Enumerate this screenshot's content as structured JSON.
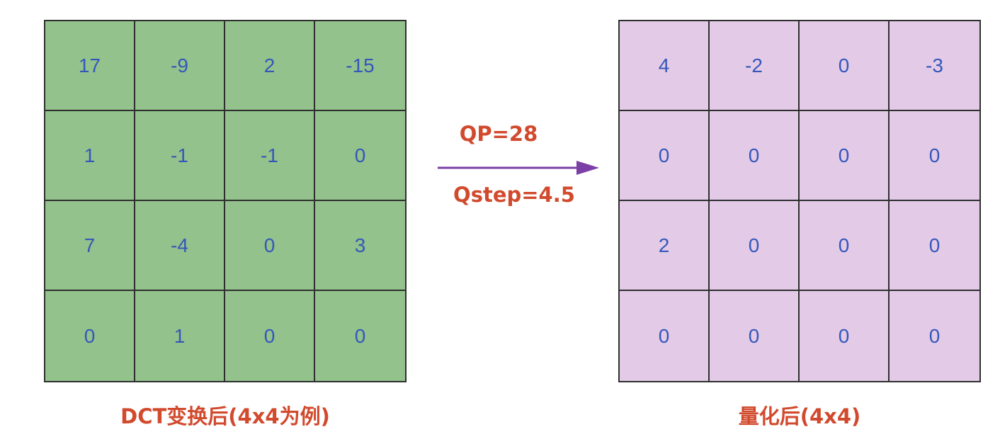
{
  "left_matrix": {
    "caption": "DCT变换后(4x4为例)",
    "color": "#93c28d",
    "cells": [
      [
        "17",
        "-9",
        "2",
        "-15"
      ],
      [
        "1",
        "-1",
        "-1",
        "0"
      ],
      [
        "7",
        "-4",
        "0",
        "3"
      ],
      [
        "0",
        "1",
        "0",
        "0"
      ]
    ]
  },
  "transform": {
    "qp": "QP=28",
    "qstep": "Qstep=4.5",
    "arrow_color": "#7b3fa6",
    "arrow_icon": "right-arrow-icon"
  },
  "right_matrix": {
    "caption": "量化后(4x4)",
    "color": "#e3cbe8",
    "cells": [
      [
        "4",
        "-2",
        "0",
        "-3"
      ],
      [
        "0",
        "0",
        "0",
        "0"
      ],
      [
        "2",
        "0",
        "0",
        "0"
      ],
      [
        "0",
        "0",
        "0",
        "0"
      ]
    ]
  }
}
